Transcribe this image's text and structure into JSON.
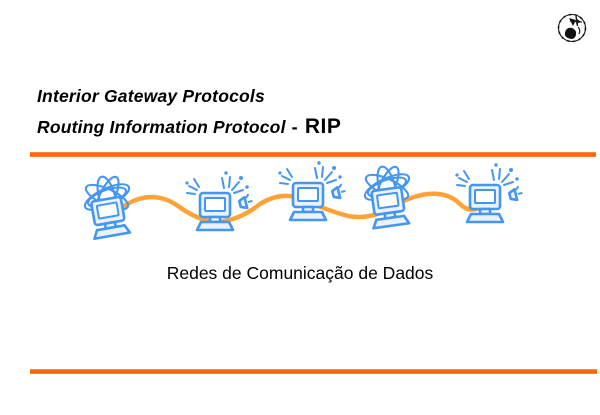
{
  "title": {
    "line1": "Interior Gateway Protocols",
    "line2_italic": "Routing Information Protocol",
    "line2_separator": "-",
    "line2_acronym": "RIP"
  },
  "caption": "Redes de Comunicação de Dados",
  "colors": {
    "accent_bar": "#ff6600",
    "network_line": "#ffa238",
    "clipart_blue": "#4596f0",
    "text": "#000000"
  },
  "icons": {
    "logo": "globe-emblem-icon",
    "connector": "network-wave-line",
    "computers": [
      "computer-scribble-icon",
      "computer-sparks-icon",
      "computer-sparks-icon",
      "computer-scribble-icon",
      "computer-sparks-icon"
    ]
  }
}
